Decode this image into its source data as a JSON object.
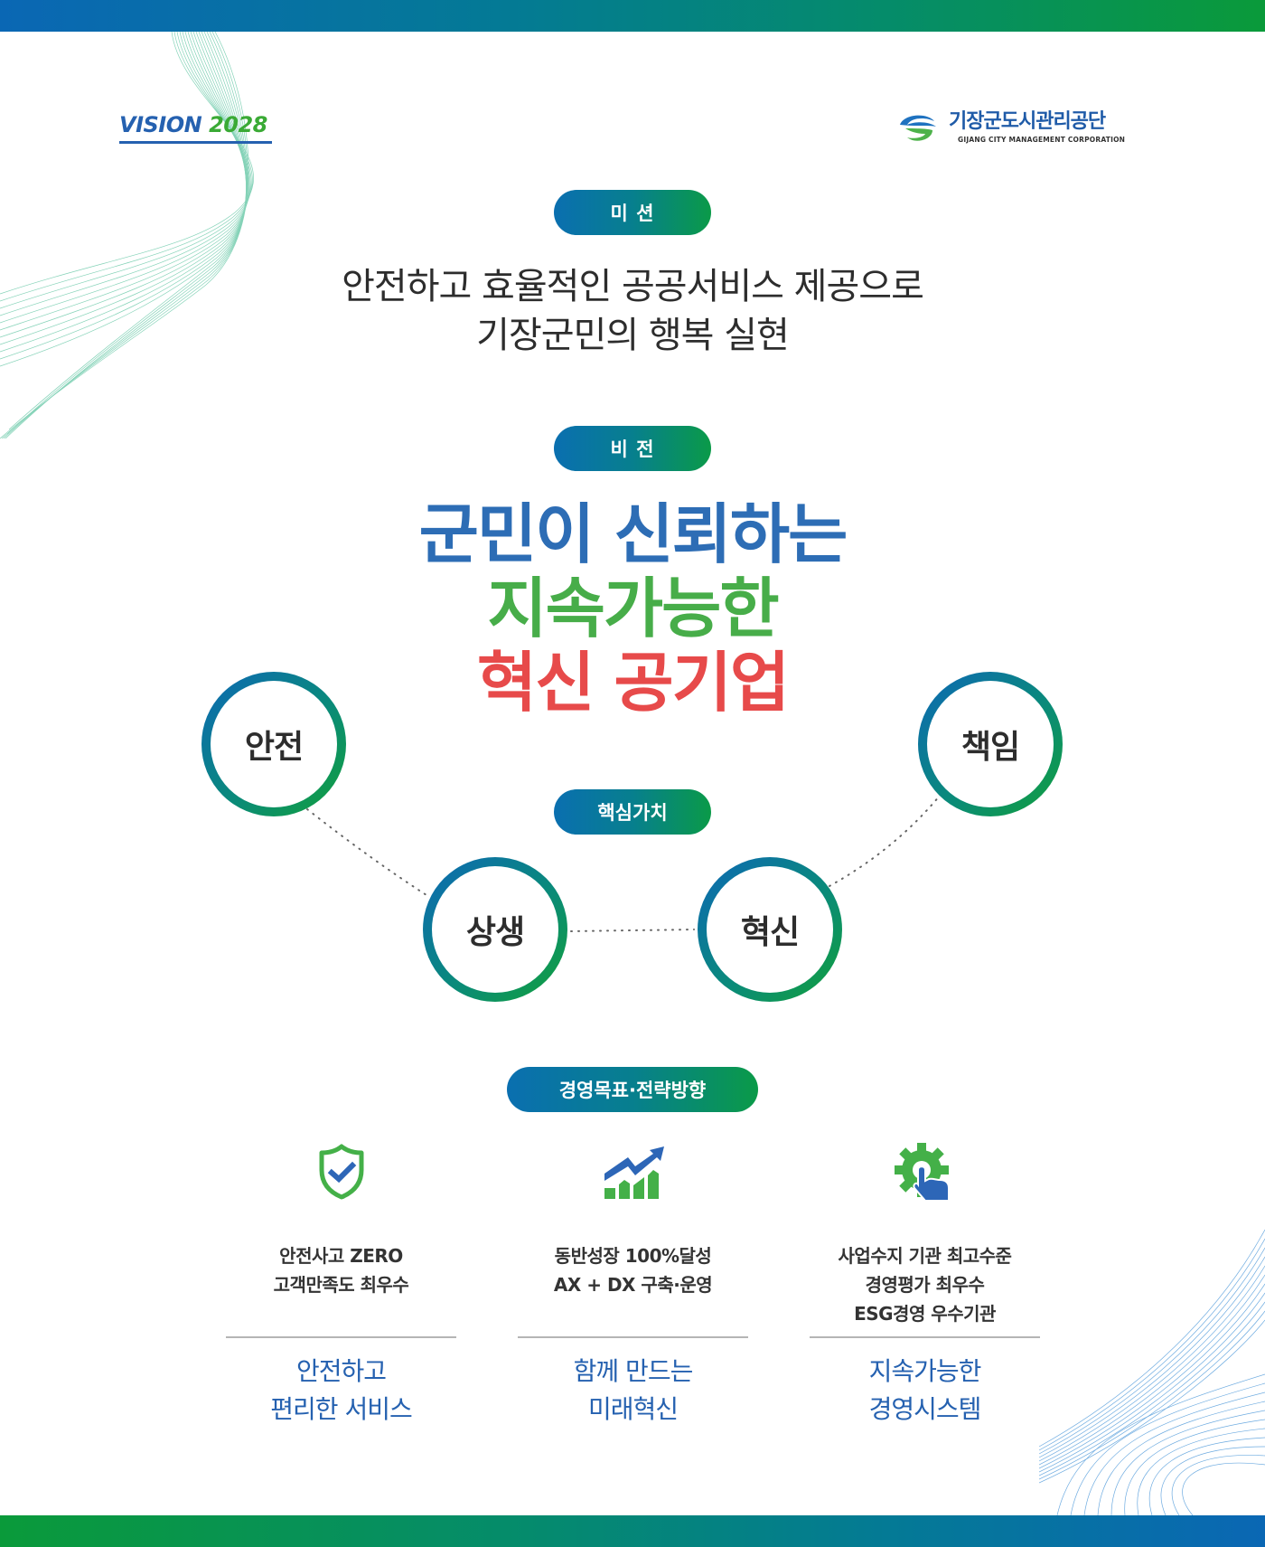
{
  "header": {
    "vision_mark": {
      "word": "VISION",
      "year": "2028"
    },
    "logo": {
      "name_ko": "기장군도시관리공단",
      "name_en": "GIJANG CITY MANAGEMENT CORPORATION"
    }
  },
  "mission": {
    "label": "미 션",
    "lines": [
      "안전하고 효율적인 공공서비스 제공으로",
      "기장군민의 행복 실현"
    ]
  },
  "vision": {
    "label": "비 전",
    "lines": [
      "군민이 신뢰하는",
      "지속가능한",
      "혁신 공기업"
    ],
    "colors": [
      "#2d6db5",
      "#47ad49",
      "#e74a4a"
    ]
  },
  "core_values": {
    "label": "핵심가치",
    "items": [
      "안전",
      "상생",
      "혁신",
      "책임"
    ]
  },
  "goals": {
    "label": "경영목표·전략방향",
    "columns": [
      {
        "icon": "shield-check-icon",
        "targets": [
          "안전사고 ZERO",
          "고객만족도 최우수"
        ],
        "strategy": [
          "안전하고",
          "편리한 서비스"
        ]
      },
      {
        "icon": "growth-chart-icon",
        "targets": [
          "동반성장 100%달성",
          "AX + DX 구축·운영"
        ],
        "strategy": [
          "함께 만드는",
          "미래혁신"
        ]
      },
      {
        "icon": "gear-touch-icon",
        "targets": [
          "사업수지 기관 최고수준",
          "경영평가 최우수",
          "ESG경영 우수기관"
        ],
        "strategy": [
          "지속가능한",
          "경영시스템"
        ]
      }
    ]
  },
  "colors": {
    "brand_blue": "#2561b0",
    "brand_green": "#3aaa35",
    "accent_red": "#e74a4a",
    "gradient_start": "#0a67b4",
    "gradient_end": "#0a9a3a"
  }
}
